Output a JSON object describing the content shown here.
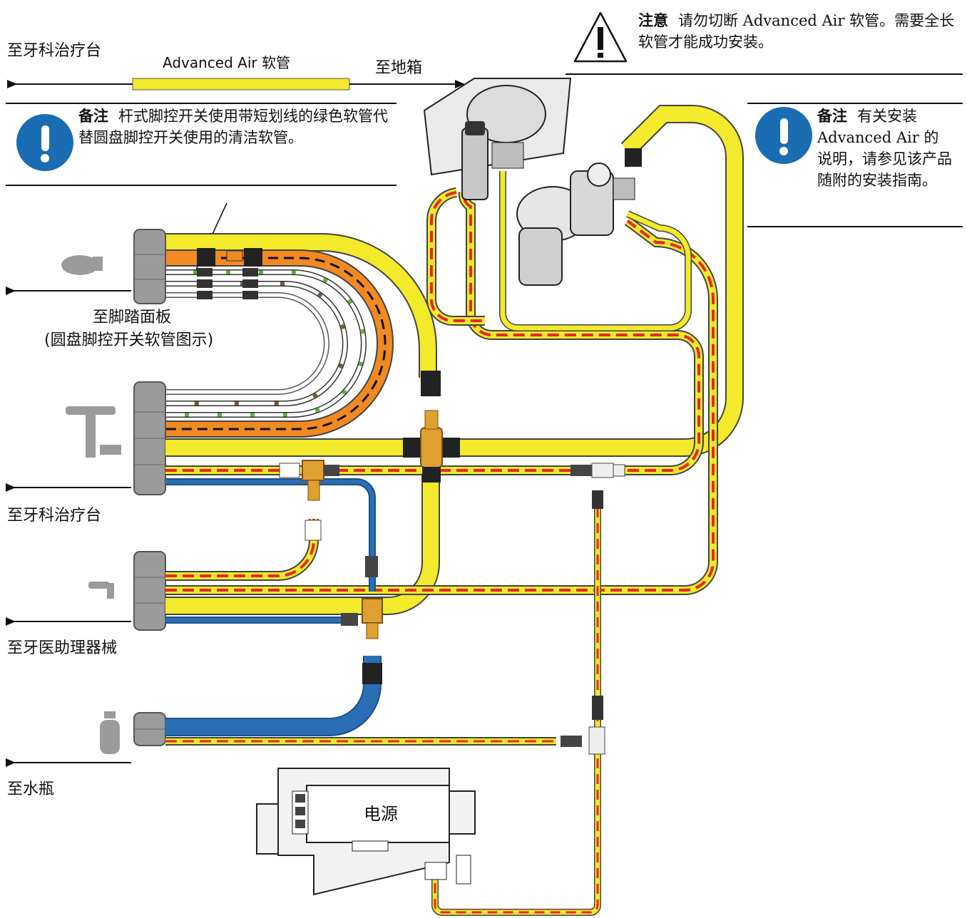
{
  "labels": {
    "to_dental_unit_top": "至牙科治疗台",
    "advanced_air_hose": "Advanced Air 软管",
    "to_floor_box": "至地箱",
    "to_foot_pedal": "至脚踏面板",
    "disc_foot_control_shown": "(圆盘脚控开关软管图示)",
    "to_dental_unit_mid": "至牙科治疗台",
    "to_assistant_instrument": "至牙医助理器械",
    "to_water_bottle": "至水瓶",
    "power_supply": "电源"
  },
  "caution": {
    "title": "注意",
    "text": "请勿切断 Advanced Air 软管。需要全长软管才能成功安装。"
  },
  "note_left": {
    "title": "备注",
    "text": "杆式脚控开关使用带短划线的绿色软管代替圆盘脚控开关使用的清洁软管。"
  },
  "note_right": {
    "title": "备注",
    "text": "有关安装 Advanced Air 的说明，请参见该产品随附的安装指南。"
  },
  "icons": {
    "caution": "warning-triangle-icon",
    "note": "exclamation-circle-icon"
  },
  "colors": {
    "yellow_hose": "#f2ea2a",
    "red_dash": "#e8262a",
    "orange_hose": "#f28a22",
    "blue_hose": "#2a6fb5",
    "green_hose": "#5fb044",
    "brown_hose": "#7a5a3c",
    "note_blue": "#1a6db3",
    "grey_bundle": "#9b9b9b"
  }
}
